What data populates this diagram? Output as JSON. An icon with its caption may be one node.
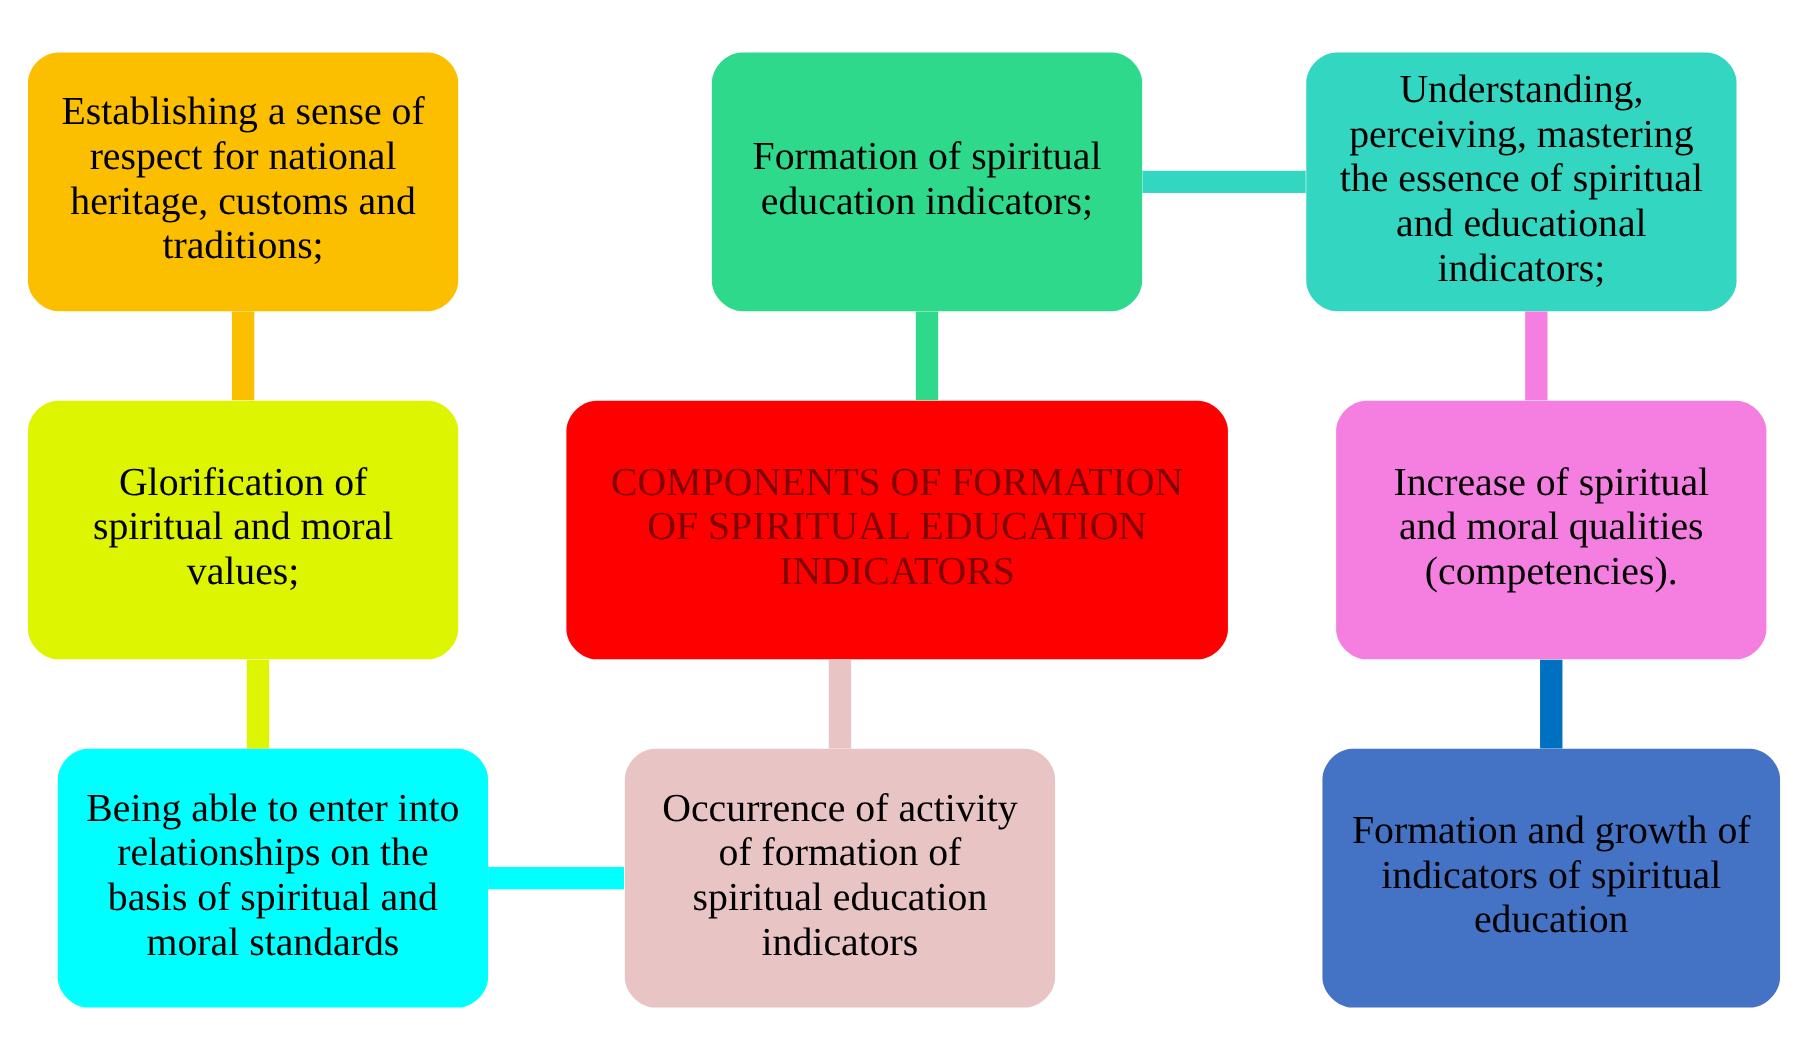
{
  "diagram": {
    "nodes": [
      {
        "text": [
          "Establishing a sense of respect for national heritage, customs and traditions;"
        ]
      },
      {
        "text": [
          "Formation of spiritual education indicators;"
        ]
      },
      {
        "text": [
          "Understanding, perceiving, mastering the essence of spiritual and educational indicators;"
        ]
      },
      {
        "text": [
          "Glorification of spiritual and moral values;"
        ]
      },
      {
        "text": [
          "COMPONENTS OF FORMATION OF SPIRITUAL EDUCATION INDICATORS"
        ]
      },
      {
        "text": [
          "Increase of spiritual and moral qualities (competencies)."
        ]
      },
      {
        "text": [
          "Being able to enter into relationships on the basis of spiritual and moral standards"
        ]
      },
      {
        "text": [
          "Occurrence of activity of formation of spiritual education indicators"
        ]
      },
      {
        "text": [
          "Formation and growth of indicators of spiritual education"
        ]
      }
    ],
    "edges": [
      {
        "from": 0,
        "to": 3,
        "arrow": "none",
        "color": "#fbbf00"
      },
      {
        "from": 3,
        "to": 6,
        "arrow": "none",
        "color": "#ddf500"
      },
      {
        "from": 6,
        "to": 7,
        "arrow": "none",
        "color": "#00ffff"
      },
      {
        "from": 4,
        "to": 7,
        "arrow": "none",
        "color": "#e8c4c4"
      },
      {
        "from": 1,
        "to": 4,
        "arrow": "none",
        "color": "#2ed98b"
      },
      {
        "from": 1,
        "to": 2,
        "arrow": "none",
        "color": "#33d6c0"
      },
      {
        "from": 2,
        "to": 5,
        "arrow": "none",
        "color": "#f57fe0"
      },
      {
        "from": 5,
        "to": 8,
        "arrow": "none",
        "color": "#0070c0"
      }
    ]
  }
}
